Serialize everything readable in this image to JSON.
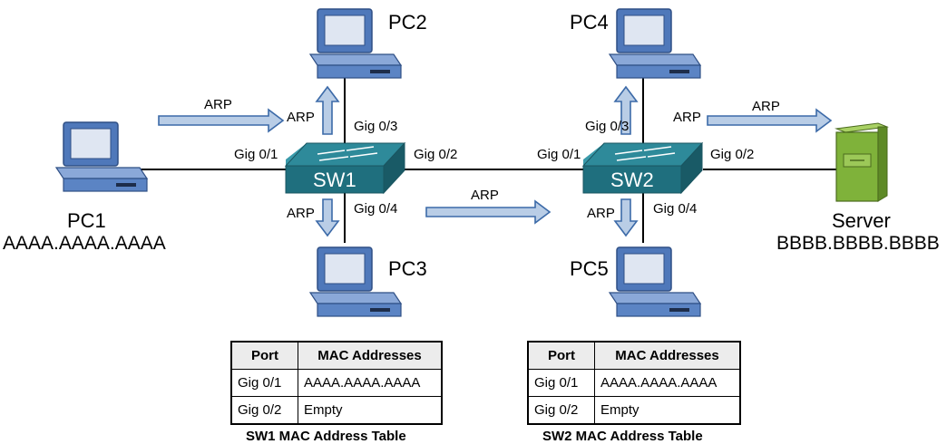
{
  "devices": {
    "pc1": {
      "name": "PC1",
      "mac": "AAAA.AAAA.AAAA"
    },
    "pc2": {
      "name": "PC2"
    },
    "pc3": {
      "name": "PC3"
    },
    "pc4": {
      "name": "PC4"
    },
    "pc5": {
      "name": "PC5"
    },
    "server": {
      "name": "Server",
      "mac": "BBBB.BBBB.BBBB"
    },
    "sw1": {
      "name": "SW1"
    },
    "sw2": {
      "name": "SW2"
    }
  },
  "ports": {
    "sw1_g01": "Gig 0/1",
    "sw1_g02": "Gig 0/2",
    "sw1_g03": "Gig 0/3",
    "sw1_g04": "Gig 0/4",
    "sw2_g01": "Gig 0/1",
    "sw2_g02": "Gig 0/2",
    "sw2_g03": "Gig 0/3",
    "sw2_g04": "Gig 0/4"
  },
  "arp_label": "ARP",
  "tables": {
    "sw1": {
      "caption": "SW1 MAC Address Table",
      "headers": [
        "Port",
        "MAC Addresses"
      ],
      "rows": [
        [
          "Gig 0/1",
          "AAAA.AAAA.AAAA"
        ],
        [
          "Gig 0/2",
          "Empty"
        ]
      ]
    },
    "sw2": {
      "caption": "SW2 MAC Address Table",
      "headers": [
        "Port",
        "MAC Addresses"
      ],
      "rows": [
        [
          "Gig 0/1",
          "AAAA.AAAA.AAAA"
        ],
        [
          "Gig 0/2",
          "Empty"
        ]
      ]
    }
  },
  "colors": {
    "switch_top": "#2e8a9a",
    "switch_front": "#1f6f7e",
    "pc_body": "#5b84c4",
    "pc_screen": "#dfe6f2",
    "arrow_fill": "#b9cde6",
    "arrow_stroke": "#3c6aa8",
    "server_body": "#7fb23a"
  }
}
